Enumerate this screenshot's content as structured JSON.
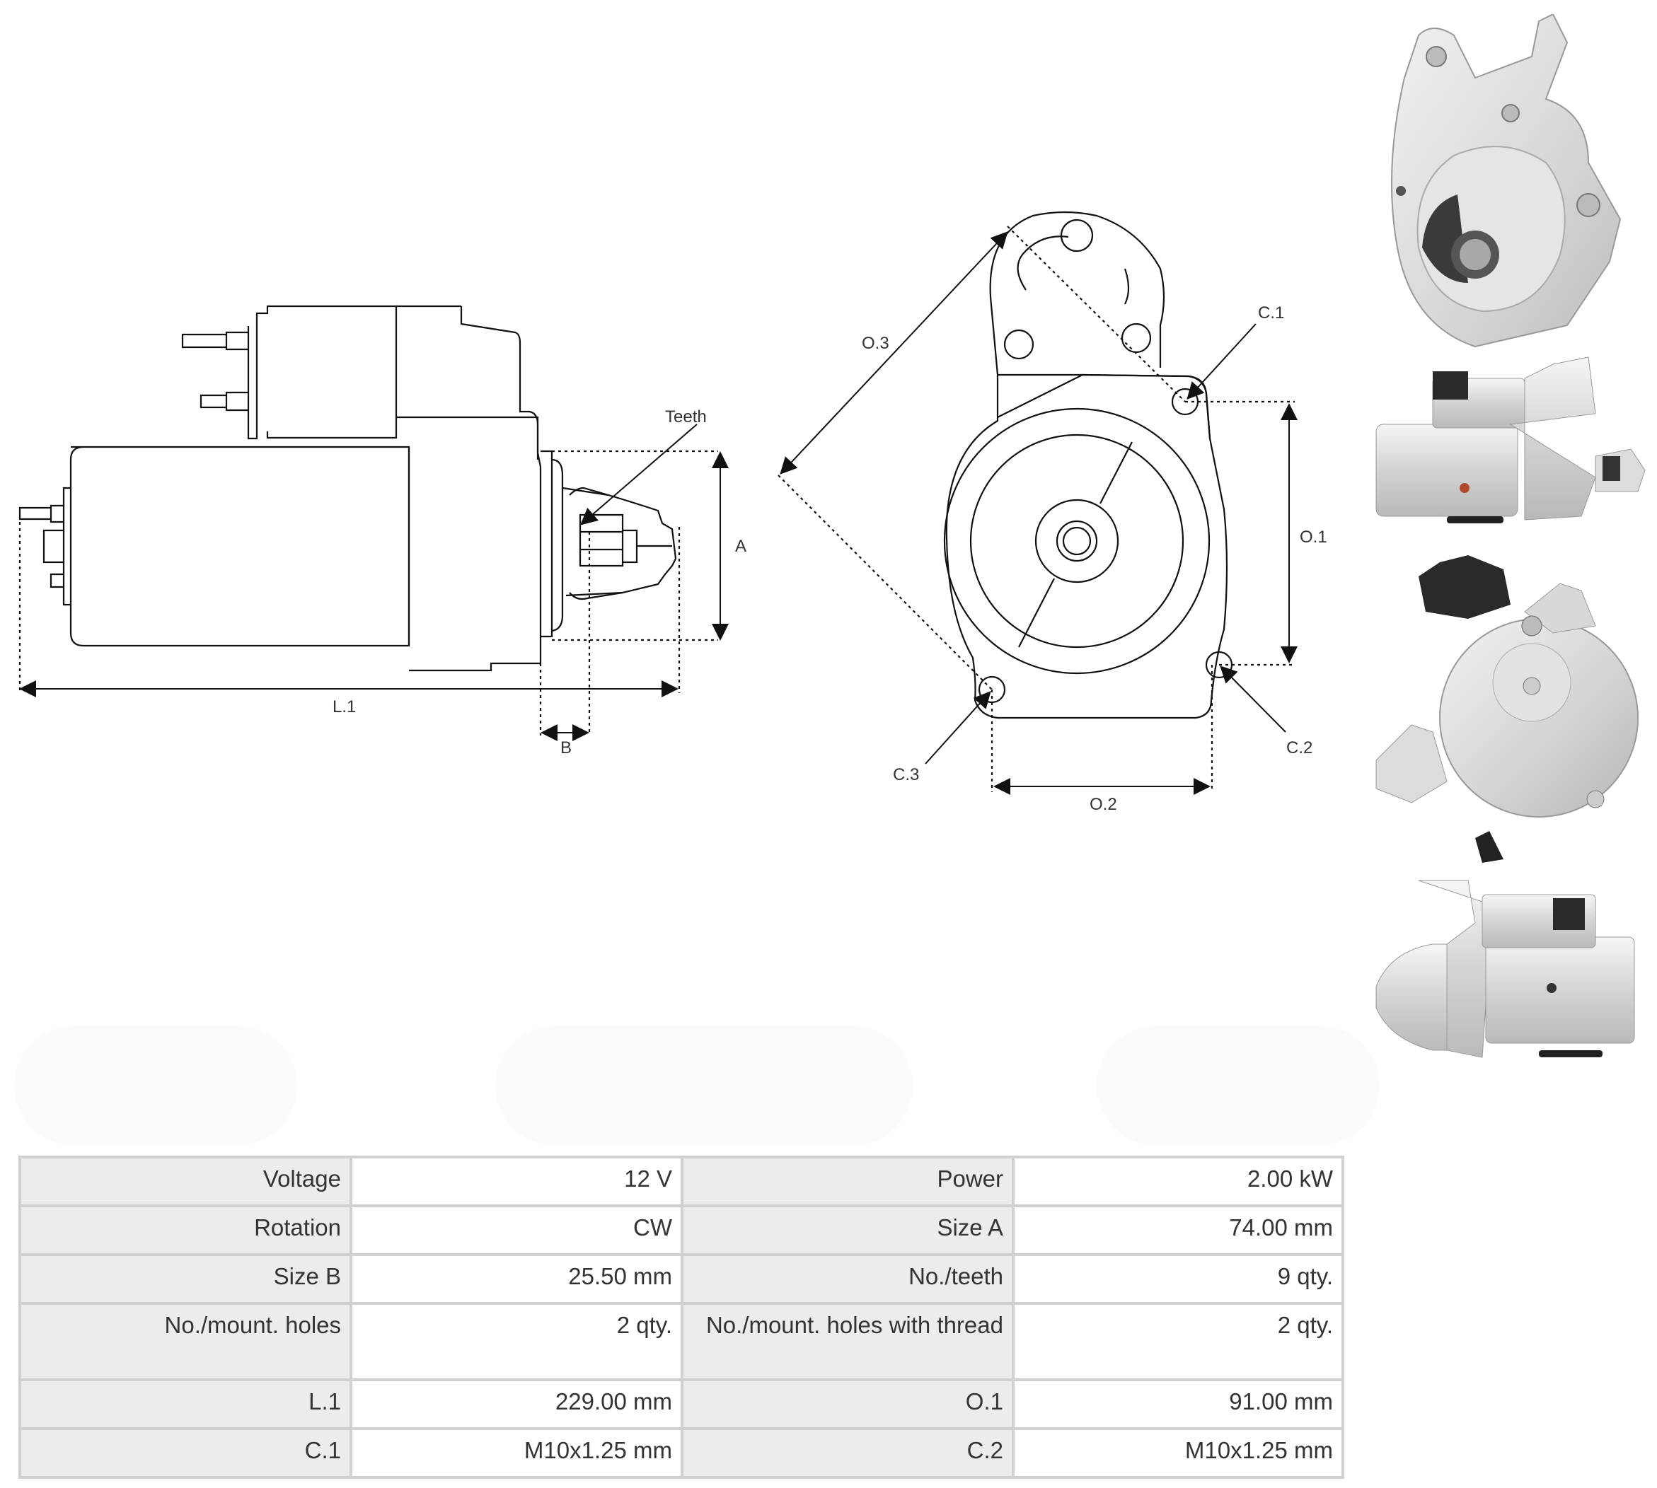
{
  "diagram": {
    "side_view_labels": {
      "teeth": "Teeth",
      "a": "A",
      "b": "B",
      "l1": "L.1"
    },
    "front_view_labels": {
      "o3": "O.3",
      "c1": "C.1",
      "o1": "O.1",
      "c2": "C.2",
      "c3": "C.3",
      "o2": "O.2"
    }
  },
  "photos": [
    {
      "view": "front-flange-view"
    },
    {
      "view": "side-view-solenoid-top"
    },
    {
      "view": "rear-view"
    },
    {
      "view": "side-view-nose-left"
    }
  ],
  "specs": {
    "rows": [
      {
        "key1": "Voltage",
        "val1": "12 V",
        "key2": "Power",
        "val2": "2.00 kW"
      },
      {
        "key1": "Rotation",
        "val1": "CW",
        "key2": "Size A",
        "val2": "74.00 mm"
      },
      {
        "key1": "Size B",
        "val1": "25.50 mm",
        "key2": "No./teeth",
        "val2": "9 qty."
      },
      {
        "key1": "No./mount. holes",
        "val1": "2 qty.",
        "key2": "No./mount. holes with thread",
        "val2": "2 qty."
      },
      {
        "key1": "L.1",
        "val1": "229.00 mm",
        "key2": "O.1",
        "val2": "91.00 mm"
      },
      {
        "key1": "C.1",
        "val1": "M10x1.25 mm",
        "key2": "C.2",
        "val2": "M10x1.25 mm"
      }
    ]
  }
}
